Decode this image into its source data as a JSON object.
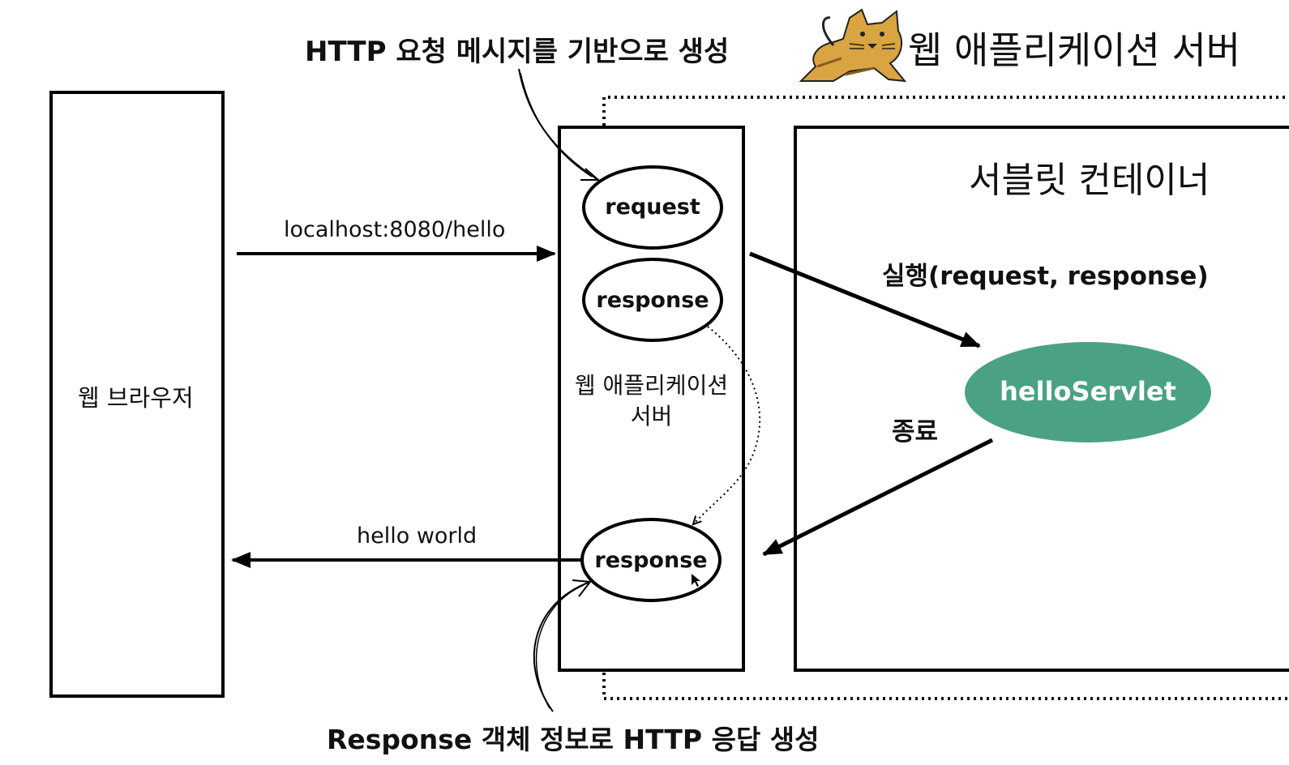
{
  "annotations": {
    "top_note": "HTTP 요청 메시지를 기반으로 생성",
    "bottom_note": "Response 객체 정보로 HTTP 응답 생성"
  },
  "server_title": "웹 애플리케이션 서버",
  "browser": {
    "label": "웹 브라우저"
  },
  "request_url": "localhost:8080/hello",
  "response_text": "hello world",
  "was_box": {
    "label_line1": "웹 애플리케이션",
    "label_line2": "서버",
    "request_label": "request",
    "response_label": "response",
    "response_out_label": "response"
  },
  "container": {
    "title": "서블릿 컨테이너",
    "execute_label": "실행(request, response)",
    "end_label": "종료",
    "servlet_label": "helloServlet"
  },
  "colors": {
    "servlet_fill": "#4aa283",
    "tomcat_body": "#d9a441",
    "line": "#000000"
  },
  "icons": {
    "server_logo": "tomcat-cat-icon"
  }
}
